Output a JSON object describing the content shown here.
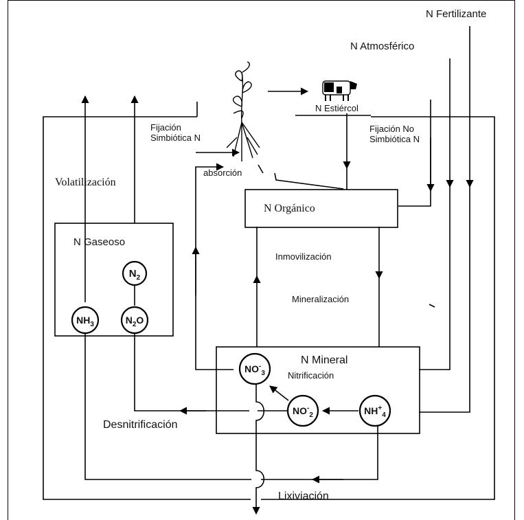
{
  "labels": {
    "n_fertilizante": "N Fertilizante",
    "n_atmosferico": "N Atmosférico",
    "n_estiercol": "N Estiércol",
    "fijacion_simbiotica_1": "Fijación",
    "fijacion_simbiotica_2": "Simbiótica N",
    "fijacion_no_simbiotica_1": "Fijación No",
    "fijacion_no_simbiotica_2": "Simbiótica N",
    "absorcion": "absorción",
    "volatilizacion": "Volatilización",
    "n_organico": "N Orgánico",
    "n_gaseoso": "N Gaseoso",
    "inmovilizacion": "Inmovilización",
    "mineralizacion": "Mineralización",
    "n_mineral": "N Mineral",
    "nitrificacion": "Nitrificación",
    "desnitrificacion": "Desnitrificación",
    "lixiviacion": "Lixiviación"
  },
  "ions": {
    "n2": "N2",
    "nh3": "NH3",
    "n2o": "N2O",
    "no3": "NO3-",
    "no2": "NO2-",
    "nh4": "NH4+"
  },
  "colors": {
    "line": "#000000",
    "background": "#ffffff"
  }
}
